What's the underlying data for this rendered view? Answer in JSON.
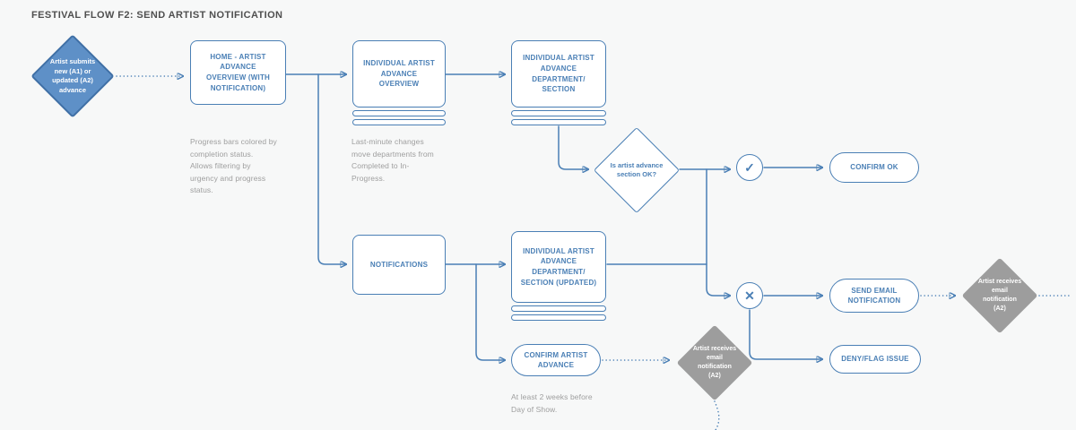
{
  "title": "FESTIVAL FLOW F2: SEND ARTIST NOTIFICATION",
  "colors": {
    "blue": "#4a7fb5",
    "blue-fill": "#5e90c7",
    "blue-dark": "#4070a6",
    "gray-fill": "#9d9d9d",
    "bg": "#f7f8f8",
    "text-muted": "#9e9e9e",
    "title-color": "#4f4f4f"
  },
  "nodes": {
    "artist_submits": {
      "label": "Artist submits\nnew (A1) or\nupdated (A2)\nadvance"
    },
    "home_overview": {
      "label": "HOME - ARTIST\nADVANCE\nOVERVIEW (WITH\nNOTIFICATION)"
    },
    "individual_overview": {
      "label": "INDIVIDUAL ARTIST\nADVANCE\nOVERVIEW"
    },
    "dept_section": {
      "label": "INDIVIDUAL ARTIST\nADVANCE\nDEPARTMENT/\nSECTION"
    },
    "decision_ok": {
      "label": "Is artist advance\nsection OK?"
    },
    "approve": {
      "glyph": "✓"
    },
    "reject": {
      "glyph": "✕"
    },
    "confirm_ok": {
      "label": "CONFIRM OK"
    },
    "notifications": {
      "label": "NOTIFICATIONS"
    },
    "dept_section_updated": {
      "label": "INDIVIDUAL ARTIST\nADVANCE\nDEPARTMENT/\nSECTION (UPDATED)"
    },
    "send_email": {
      "label": "SEND EMAIL\nNOTIFICATION"
    },
    "deny_flag": {
      "label": "DENY/FLAG ISSUE"
    },
    "confirm_artist_advance": {
      "label": "CONFIRM ARTIST\nADVANCE"
    },
    "artist_receives_a2_bottom": {
      "label": "Artist receives\nemail\nnotification\n(A2)"
    },
    "artist_receives_a2_right": {
      "label": "Artist receives\nemail\nnotification\n(A2)"
    }
  },
  "annotations": {
    "progress_note": "Progress bars colored by\ncompletion status.\nAllows filtering by\nurgency and progress\nstatus.",
    "last_minute_note": "Last-minute changes\nmove departments from\nCompleted to In-\nProgress.",
    "two_weeks_note": "At least 2 weeks before\nDay of Show."
  }
}
